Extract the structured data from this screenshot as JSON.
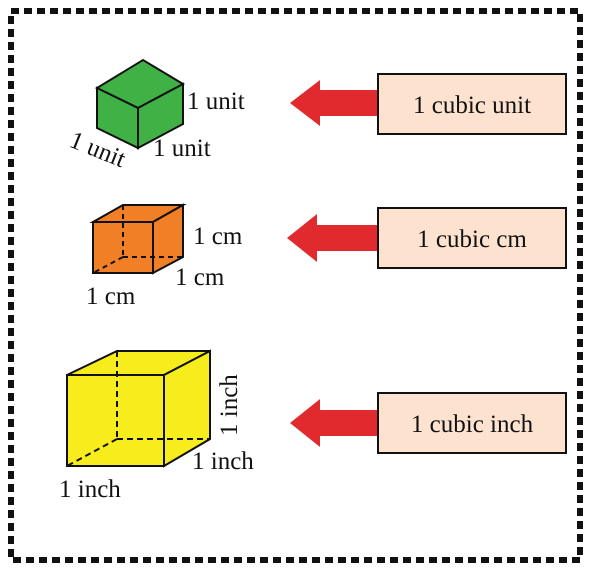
{
  "colors": {
    "border": "#111111",
    "label_box_fill": "#fde3cf",
    "arrow": "#e02a2e",
    "cube_unit": "#40b144",
    "cube_cm": "#f07f26",
    "cube_inch": "#f7ec1c"
  },
  "rows": [
    {
      "cube_color_key": "cube_unit",
      "edge_labels": {
        "height": "1 unit",
        "depth": "1 unit",
        "width": "1 unit"
      },
      "box_label": "1 cubic unit"
    },
    {
      "cube_color_key": "cube_cm",
      "edge_labels": {
        "height": "1 cm",
        "depth": "1 cm",
        "width": "1 cm"
      },
      "box_label": "1 cubic cm"
    },
    {
      "cube_color_key": "cube_inch",
      "edge_labels": {
        "height": "1 inch",
        "depth": "1 inch",
        "width": "1 inch"
      },
      "box_label": "1 cubic inch"
    }
  ]
}
